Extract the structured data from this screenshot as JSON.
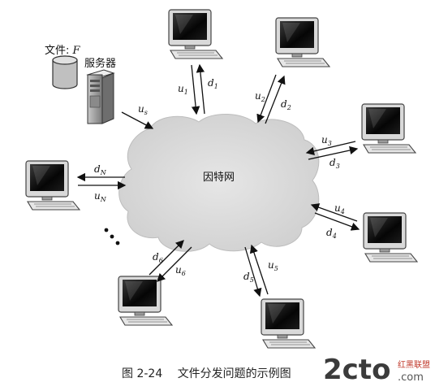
{
  "diagram": {
    "file_label": "文件: F",
    "server_label": "服务器",
    "network_label": "因特网",
    "server_upload": "u_s",
    "peers": [
      {
        "up": "u_1",
        "down": "d_1"
      },
      {
        "up": "u_2",
        "down": "d_2"
      },
      {
        "up": "u_3",
        "down": "d_3"
      },
      {
        "up": "u_4",
        "down": "d_4"
      },
      {
        "up": "u_5",
        "down": "d_5"
      },
      {
        "up": "u_6",
        "down": "d_6"
      },
      {
        "up": "u_N",
        "down": "d_N"
      }
    ],
    "ellipsis": "..."
  },
  "caption": {
    "number": "图 2-24",
    "text": "文件分发问题的示例图"
  },
  "watermark": {
    "logo": "2cto",
    "suffix": ".com",
    "sub": "红黑联盟"
  }
}
